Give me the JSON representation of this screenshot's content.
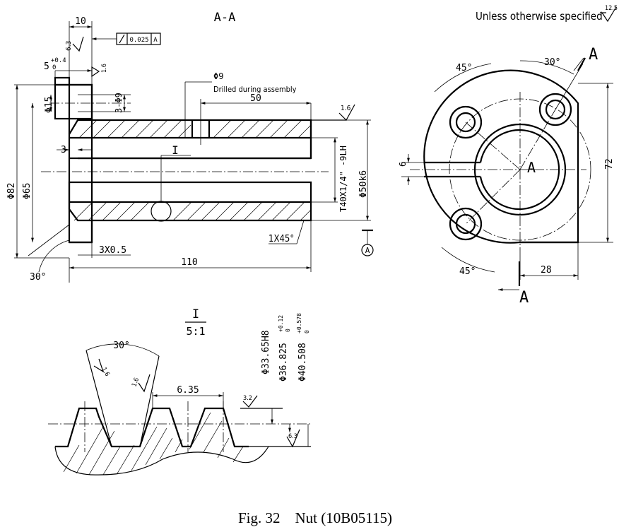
{
  "section_title": "A-A",
  "general_note": "Unless otherwise specified",
  "general_roughness": "12.5",
  "section_marker": "A",
  "datum_label": "A",
  "caption": "Fig. 32    Nut (10B05115)",
  "detail": {
    "label": "I",
    "scale": "5:1",
    "angle": "30°",
    "pitch": "6.35",
    "dia_minor": "Φ33.65H8",
    "dia_pitch": "Φ36.825",
    "dia_pitch_tol_upper": "+0.12",
    "dia_pitch_tol_lower": "0",
    "dia_major": "Φ40.508",
    "dia_major_tol_upper": "+0.578",
    "dia_major_tol_lower": "0",
    "rough_flank": "1.6",
    "rough_flank2": "1.6",
    "rough_crest": "3.2",
    "rough_root": "6.3"
  },
  "section_view": {
    "dim_top_10": "10",
    "runout_tol": "0.025",
    "runout_datum": "A",
    "rough_top": "6.3",
    "rough_flange": "1.6",
    "dim_5": "5",
    "dim_5_tol_upper": "+0.4",
    "dim_5_tol_lower": "0",
    "hole_dia": "Φ9",
    "hole_note": "Drilled during assembly",
    "dim_50": "50",
    "rough_bore": "1.6",
    "dim_phi15": "Φ15",
    "dim_3phi9": "3-Φ9",
    "dim_3": "3",
    "detail_marker": "I",
    "dim_phi82": "Φ82",
    "dim_phi65": "Φ65",
    "thread_spec": "T40X1/4\" -9LH",
    "dim_phi50": "Φ50k6",
    "chamfer": "1X45°",
    "groove": "3X0.5",
    "dim_110": "110",
    "angle_30": "30°"
  },
  "end_view": {
    "angle_45_top": "45°",
    "angle_30": "30°",
    "angle_45_bottom": "45°",
    "dim_72": "72",
    "dim_28": "28",
    "dim_6": "6",
    "center_label": "A"
  }
}
